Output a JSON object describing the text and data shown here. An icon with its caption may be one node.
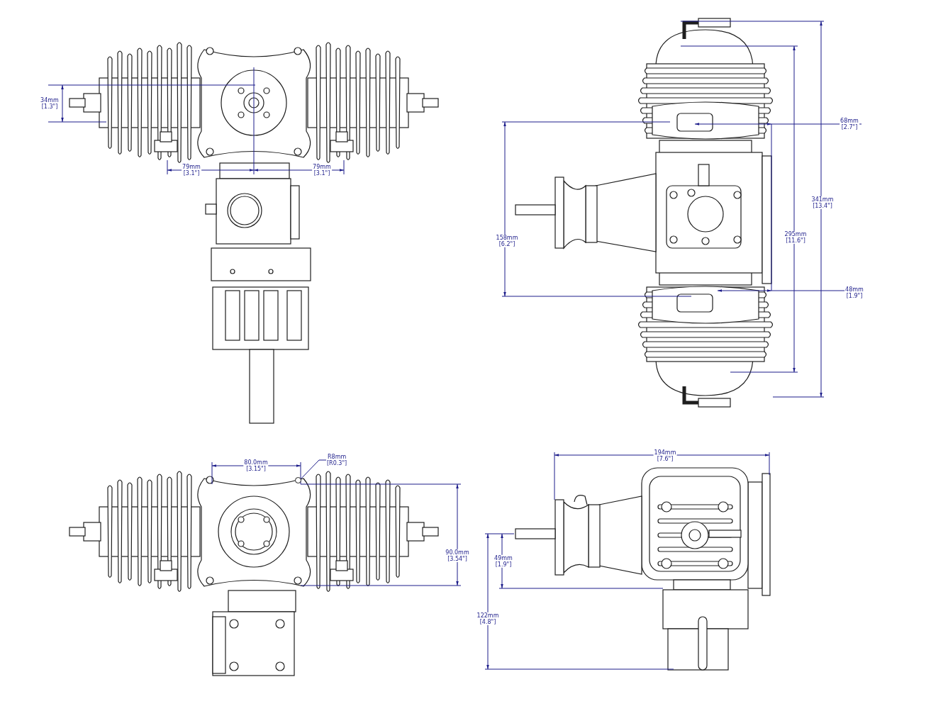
{
  "diagram": {
    "nodes": [
      {
        "text": [
          "R8mm [R0.3\"]"
        ]
      },
      {
        "text": [],
        "shape": "circle"
      }
    ],
    "edges": [
      {
        "from": 0,
        "to": 1,
        "arrow": "none"
      }
    ],
    "labels": [
      "34mm [1.3\"]",
      "79mm [3.1\"]",
      "79mm [3.1\"]",
      "68mm [2.7\"]",
      "341mm [13.4\"]",
      "158mm [6.2\"]",
      "295mm [11.6\"]",
      "48mm [1.9\"]",
      "80.0mm [3.15\"]",
      "90.0mm [3.54\"]",
      "194mm [7.6\"]",
      "49mm [1.9\"]",
      "122mm [4.8\"]"
    ]
  }
}
